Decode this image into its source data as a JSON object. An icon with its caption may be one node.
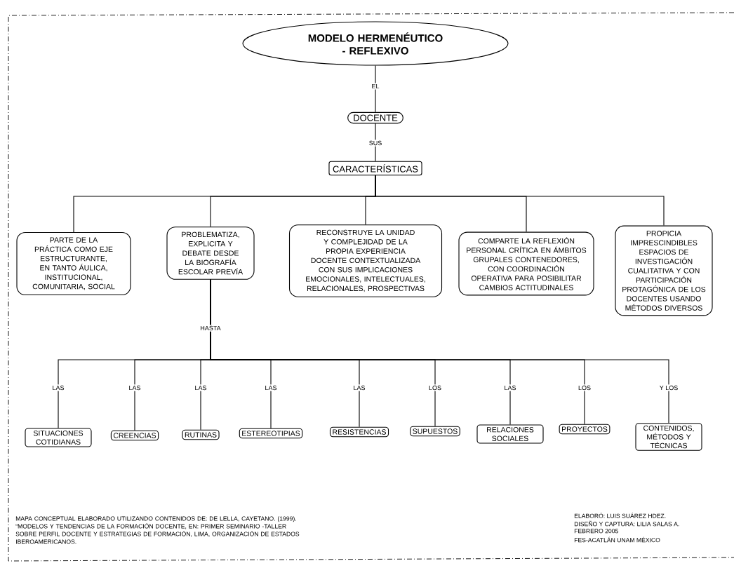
{
  "diagram": {
    "nodes": [
      {
        "text": [
          "MODELO HERMENÉUTICO - REFLEXIVO"
        ]
      },
      {
        "text": [
          "DOCENTE"
        ]
      },
      {
        "text": [
          "CARACTERÍSTICAS"
        ]
      },
      {
        "text": [
          "PARTE DE LA PRÁCTICA COMO EJE ESTRUCTURANTE, EN TANTO ÁULICA, INSTITUCIONAL, COMUNITARIA, SOCIAL"
        ]
      },
      {
        "text": [
          "PROBLEMATIZA, EXPLICITA Y DEBATE DESDE LA BIOGRAFÍA ESCOLAR PREVÍA"
        ]
      },
      {
        "text": [
          "RECONSTRUYE LA UNIDAD Y COMPLEJIDAD DE LA PROPIA EXPERIENCIA DOCENTE CONTEXTUALIZADA CON SUS IMPLICACIONES EMOCIONALES, INTELECTUALES, RELACIONALES, PROSPECTIVAS"
        ]
      },
      {
        "text": [
          "COMPARTE LA REFLEXIÓN PERSONAL CRÍTICA EN ÁMBITOS GRUPALES CONTENEDORES, CON COORDINACIÓN OPERATIVA PARA POSIBILITAR CAMBIOS ACTITUDINALES"
        ]
      },
      {
        "text": [
          "PROPICIA IMPRESCINDIBLES ESPACIOS DE INVESTIGACIÓN CUALITATIVA Y CON PARTICIPACIÓN PROTAGÓNICA DE LOS DOCENTES USANDO MÉTODOS DIVERSOS"
        ]
      },
      {
        "text": [
          "SITUACIONES COTIDIANAS"
        ]
      },
      {
        "text": [
          "CREENCIAS"
        ]
      },
      {
        "text": [
          "RUTINAS"
        ]
      },
      {
        "text": [
          "ESTEREOTIPIAS"
        ]
      },
      {
        "text": [
          "RESISTENCIAS"
        ]
      },
      {
        "text": [
          "SUPUESTOS"
        ]
      },
      {
        "text": [
          "RELACIONES SOCIALES"
        ]
      },
      {
        "text": [
          "PROYECTOS"
        ]
      },
      {
        "text": [
          "CONTENIDOS, MÉTODOS Y TÉCNICAS"
        ]
      }
    ],
    "edges": [
      {
        "from": 0,
        "to": 1,
        "arrow": "none",
        "label": "EL"
      },
      {
        "from": 1,
        "to": 2,
        "arrow": "none",
        "label": "SUS"
      },
      {
        "from": 2,
        "to": 3,
        "arrow": "none"
      },
      {
        "from": 2,
        "to": 4,
        "arrow": "none"
      },
      {
        "from": 2,
        "to": 5,
        "arrow": "none"
      },
      {
        "from": 2,
        "to": 6,
        "arrow": "none"
      },
      {
        "from": 2,
        "to": 7,
        "arrow": "none"
      },
      {
        "from": 4,
        "to": 8,
        "arrow": "none",
        "label": "LAS"
      },
      {
        "from": 4,
        "to": 9,
        "arrow": "none",
        "label": "LAS"
      },
      {
        "from": 4,
        "to": 10,
        "arrow": "none",
        "label": "LAS"
      },
      {
        "from": 4,
        "to": 11,
        "arrow": "none",
        "label": "LAS"
      },
      {
        "from": 4,
        "to": 12,
        "arrow": "none",
        "label": "LAS"
      },
      {
        "from": 4,
        "to": 13,
        "arrow": "none",
        "label": "LOS"
      },
      {
        "from": 4,
        "to": 14,
        "arrow": "none",
        "label": "LAS"
      },
      {
        "from": 4,
        "to": 15,
        "arrow": "none",
        "label": "LOS"
      },
      {
        "from": 4,
        "to": 16,
        "arrow": "none",
        "label": "Y LOS"
      }
    ],
    "labels": [
      "HASTA",
      "MAPA CONCEPTUAL ELABORADO UTILIZANDO CONTENIDOS DE: DE LELLA, CAYETANO. (1999). “MODELOS Y TENDENCIAS DE LA FORMACIÓN DOCENTE, EN: PRIMER SEMINARIO -TALLER SOBRE PERFIL DOCENTE Y ESTRATEGIAS DE FORMACIÓN, LIMA, ORGANIZACIÓN DE ESTADOS IBEROAMERICANOS.",
      "ELABORÓ: LUIS SUÁREZ HDEZ.",
      "DISEÑO Y CAPTURA: LILIA SALAS A.",
      "FEBRERO 2005",
      "FES-ACATLÁN UNAM MÉXICO"
    ]
  }
}
